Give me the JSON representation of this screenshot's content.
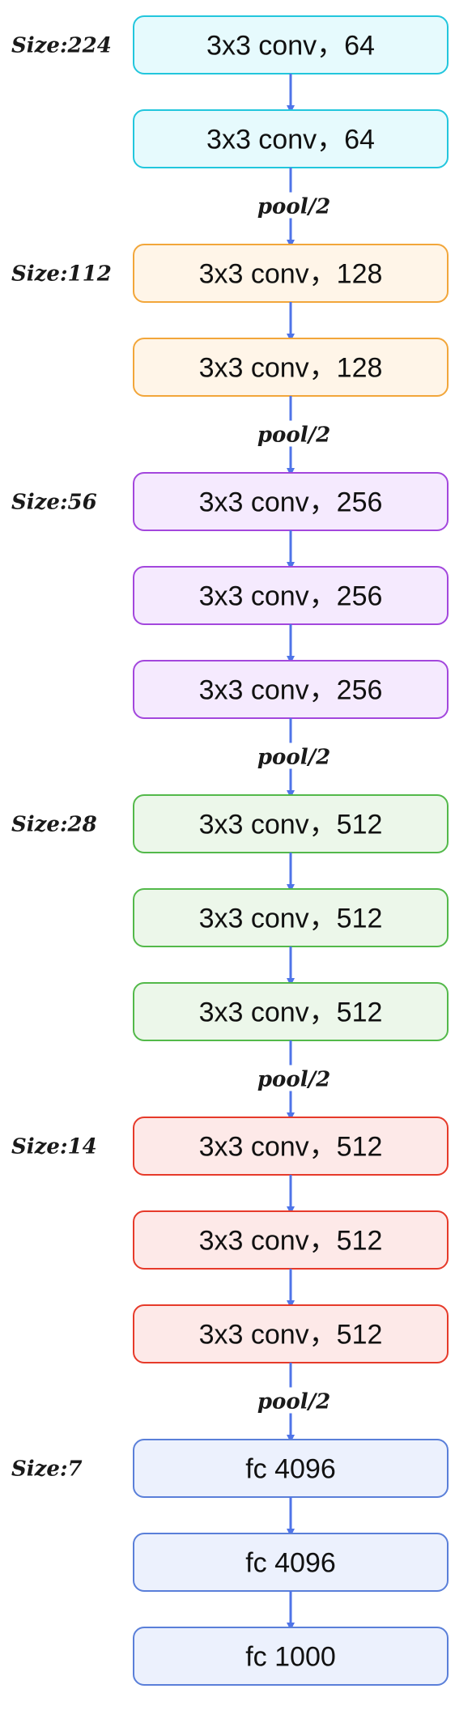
{
  "colors": {
    "arrow": "#4f74e8",
    "groups": {
      "cyan": {
        "fill": "#e6fafd",
        "stroke": "#22c6dd"
      },
      "orange": {
        "fill": "#fff5e8",
        "stroke": "#f2a63a"
      },
      "purple": {
        "fill": "#f5eafe",
        "stroke": "#a347dd"
      },
      "green": {
        "fill": "#ecf7ea",
        "stroke": "#53b94a"
      },
      "red": {
        "fill": "#fde9e8",
        "stroke": "#e63a2a"
      },
      "blue": {
        "fill": "#ecf1fd",
        "stroke": "#5a7fd9"
      }
    }
  },
  "pool_label": "pool/2",
  "stages": [
    {
      "size_label": "Size:224",
      "color": "cyan",
      "layers": [
        "3x3 conv，64",
        "3x3 conv，64"
      ],
      "pool": true
    },
    {
      "size_label": "Size:112",
      "color": "orange",
      "layers": [
        "3x3 conv，128",
        "3x3 conv，128"
      ],
      "pool": true
    },
    {
      "size_label": "Size:56",
      "color": "purple",
      "layers": [
        "3x3 conv，256",
        "3x3 conv，256",
        "3x3 conv，256"
      ],
      "pool": true
    },
    {
      "size_label": "Size:28",
      "color": "green",
      "layers": [
        "3x3 conv，512",
        "3x3 conv，512",
        "3x3 conv，512"
      ],
      "pool": true
    },
    {
      "size_label": "Size:14",
      "color": "red",
      "layers": [
        "3x3 conv，512",
        "3x3 conv，512",
        "3x3 conv，512"
      ],
      "pool": true
    },
    {
      "size_label": "Size:7",
      "color": "blue",
      "layers": [
        "fc 4096",
        "fc 4096",
        "fc 1000"
      ],
      "pool": false
    }
  ]
}
